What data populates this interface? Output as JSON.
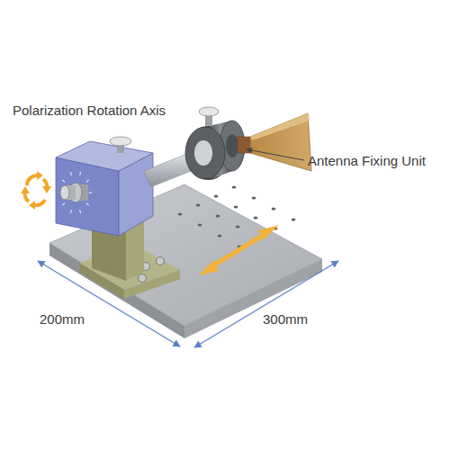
{
  "diagram": {
    "labels": [
      "Polarization Rotation Axis",
      "Antenna Fixing Unit",
      "200mm",
      "300mm"
    ]
  }
}
